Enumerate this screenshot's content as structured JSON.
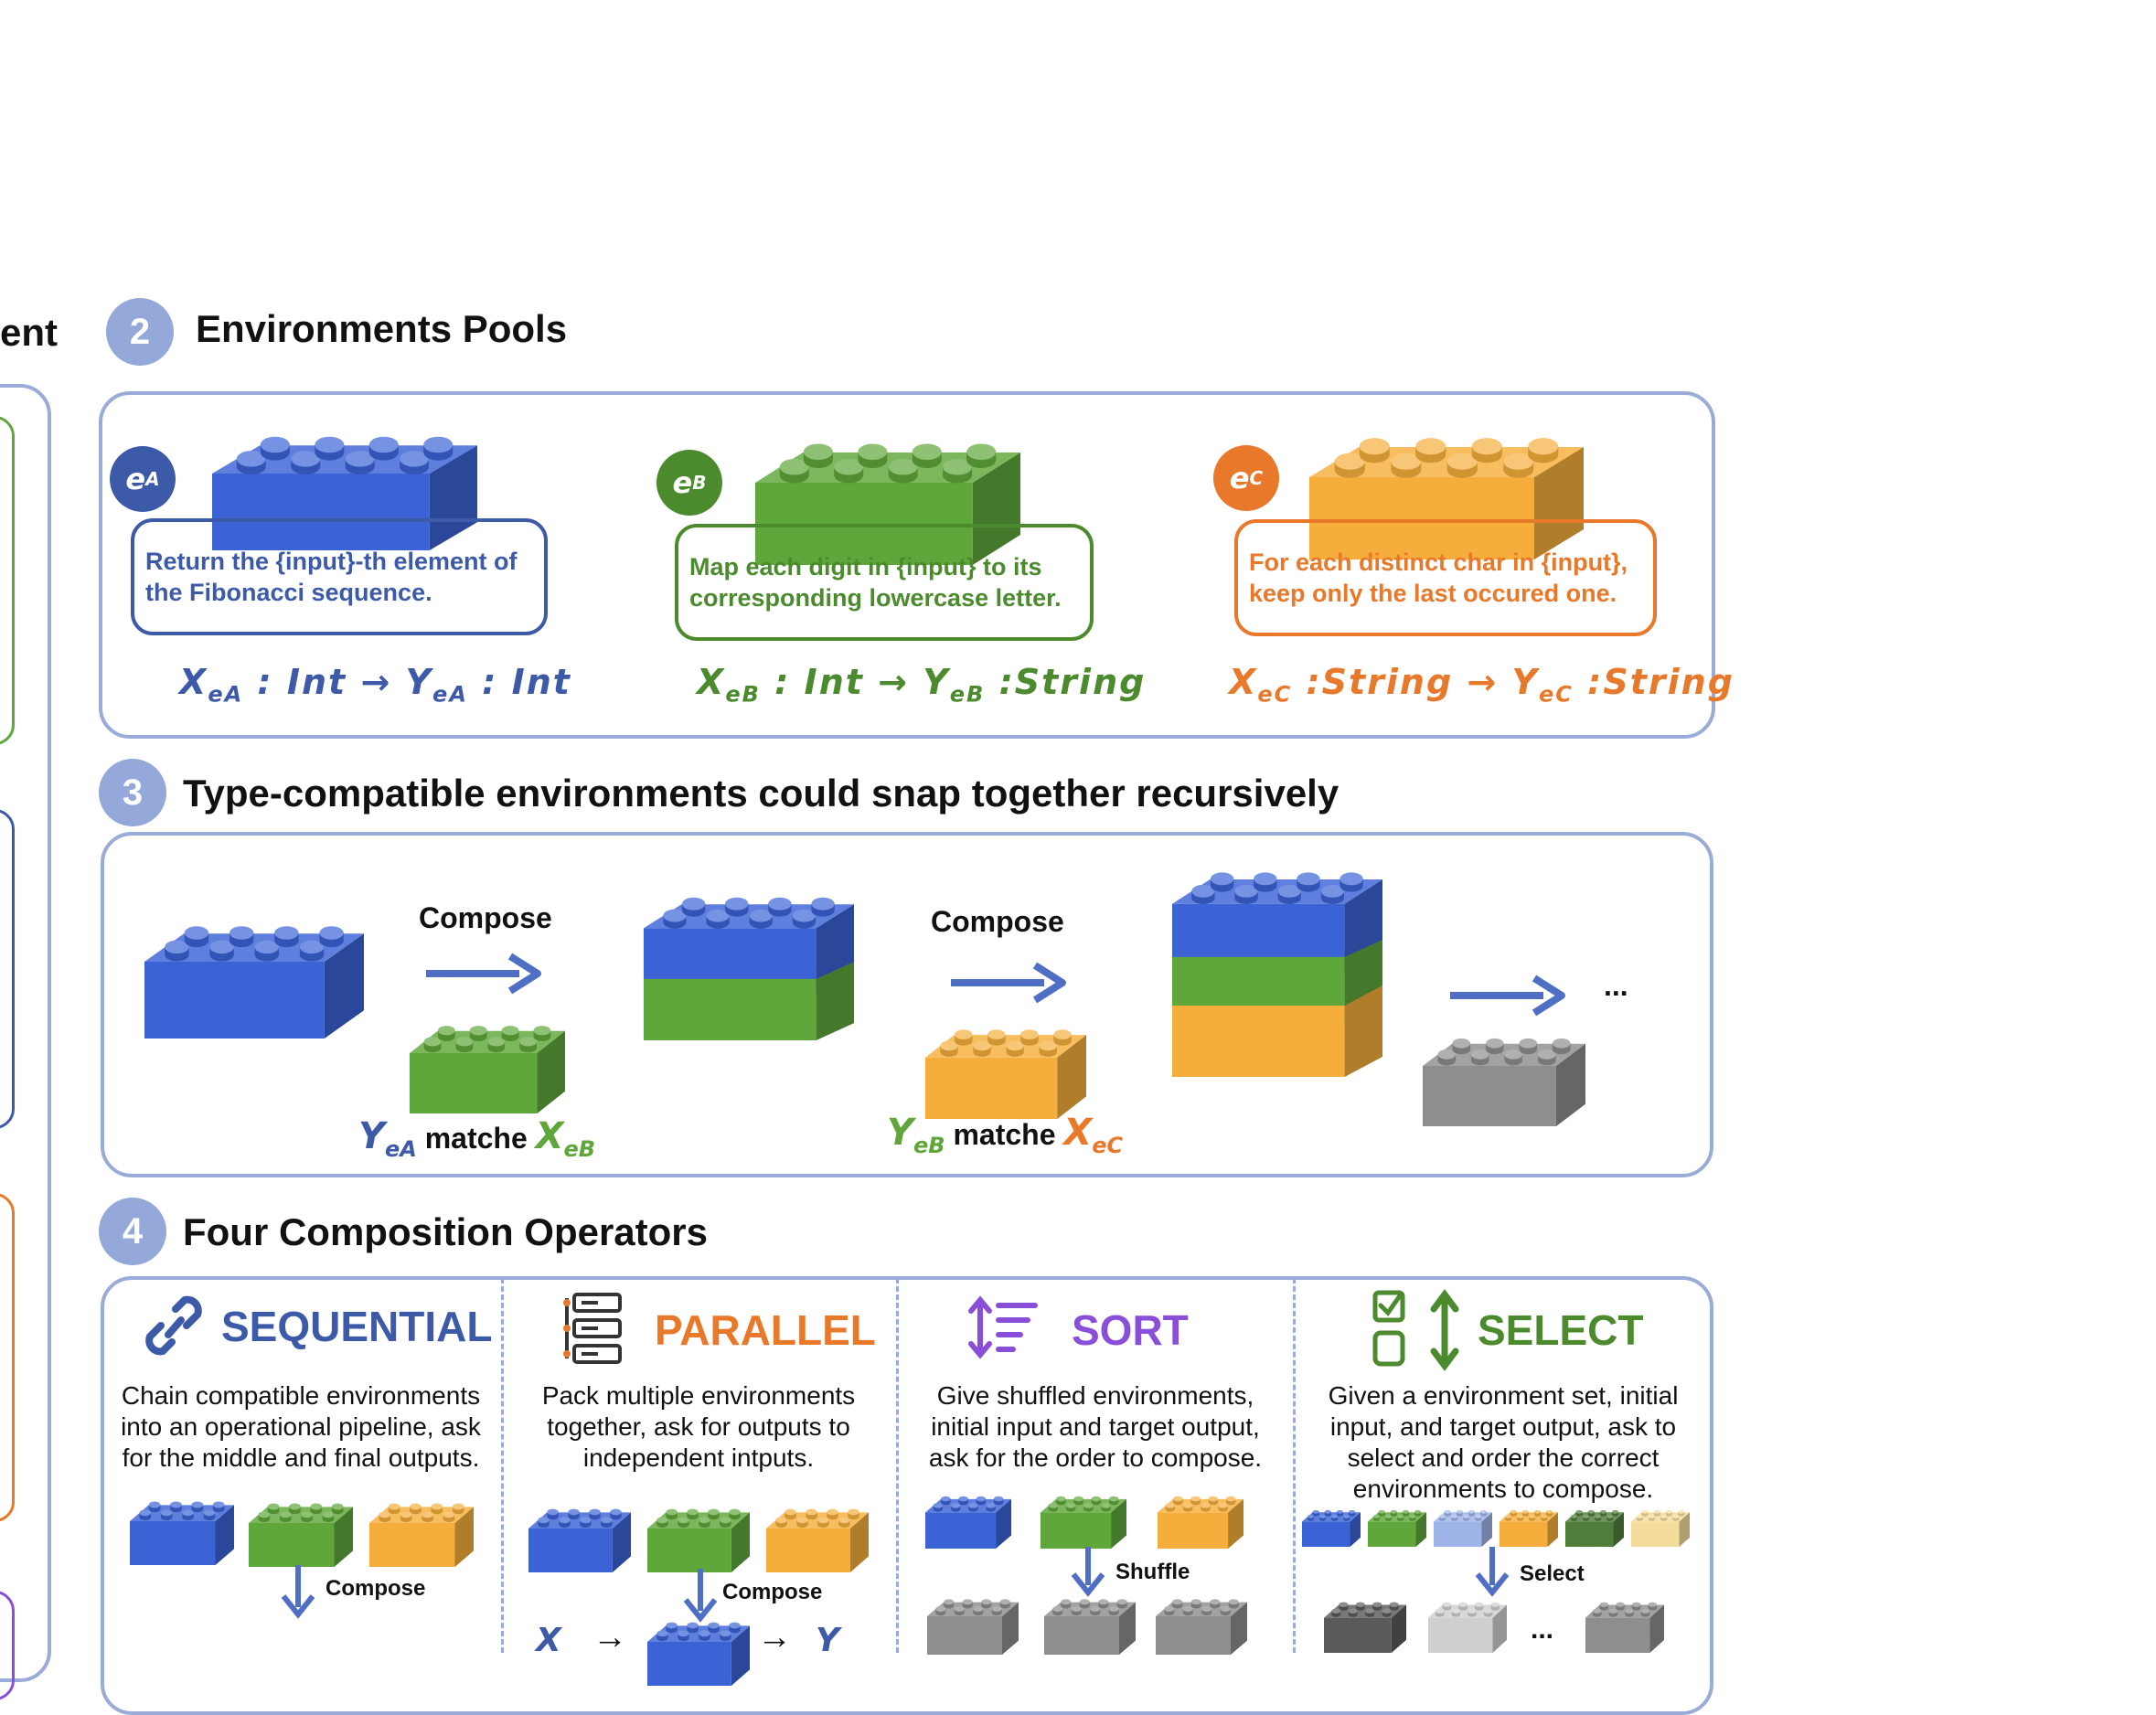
{
  "left_partial": {
    "heading_fragment": "ent"
  },
  "section2": {
    "number": "2",
    "title": "Environments Pools",
    "envs": [
      {
        "badge": "e",
        "badge_sub": "A",
        "color": "#3d5aa8",
        "brick_color": "#3b63d6",
        "description_1": "Return the {input}-th element of",
        "description_2": "the Fibonacci sequence.",
        "sig_x": "X",
        "sig_x_sub": "eA",
        "sig_in": ": Int",
        "arrow": "→",
        "sig_y": "Y",
        "sig_y_sub": "eA",
        "sig_out": ": Int"
      },
      {
        "badge": "e",
        "badge_sub": "B",
        "color": "#4c8a2e",
        "brick_color": "#5fa73a",
        "description_1": "Map each digit in {input} to its",
        "description_2": "corresponding lowercase letter.",
        "sig_x": "X",
        "sig_x_sub": "eB",
        "sig_in": ": Int",
        "arrow": "→",
        "sig_y": "Y",
        "sig_y_sub": "eB",
        "sig_out": ":String"
      },
      {
        "badge": "e",
        "badge_sub": "C",
        "color": "#e8782a",
        "brick_color": "#f5ae3c",
        "description_1": "For each distinct char in  {input},",
        "description_2": "keep only the last occured one.",
        "sig_x": "X",
        "sig_x_sub": "eC",
        "sig_in": ":String",
        "arrow": "→",
        "sig_y": "Y",
        "sig_y_sub": "eC",
        "sig_out": ":String"
      }
    ]
  },
  "section3": {
    "number": "3",
    "title": "Type-compatible environments could snap together recursively",
    "compose_1": "Compose",
    "compose_2": "Compose",
    "ellipsis": "...",
    "match_1": {
      "y": "Y",
      "y_sub": "eA",
      "word": " matche ",
      "x": "X",
      "x_sub": "eB"
    },
    "match_2": {
      "y": "Y",
      "y_sub": "eB",
      "word": " matche ",
      "x": "X",
      "x_sub": "eC"
    }
  },
  "section4": {
    "number": "4",
    "title": "Four Composition Operators",
    "operators": [
      {
        "name": "SEQUENTIAL",
        "color": "#3d5aa8",
        "icon": "link-icon",
        "desc_1": "Chain compatible environments",
        "desc_2": "into an operational pipeline, ask",
        "desc_3": "for the middle and final outputs.",
        "desc_4": "",
        "action": "Compose"
      },
      {
        "name": "PARALLEL",
        "color": "#e8782a",
        "icon": "server-stack-icon",
        "desc_1": "Pack multiple environments",
        "desc_2": "together, ask for outputs to",
        "desc_3": "independent intputs.",
        "desc_4": "",
        "action": "Compose"
      },
      {
        "name": "SORT",
        "color": "#8a4fd8",
        "icon": "sort-icon",
        "desc_1": "Give shuffled environments,",
        "desc_2": "initial input and target output,",
        "desc_3": "ask for the order to compose.",
        "desc_4": "",
        "action": "Shuffle"
      },
      {
        "name": "SELECT",
        "color": "#4c8a2e",
        "icon": "checkbox-select-icon",
        "desc_1": "Given a environment set, initial",
        "desc_2": "input, and target output, ask to",
        "desc_3": "select and order the correct",
        "desc_4": "environments to compose.",
        "action": "Select",
        "ellipsis": "..."
      }
    ],
    "parallel_bottom": {
      "x": "X",
      "arrow_1": "→",
      "arrow_2": "→",
      "y": "Y"
    }
  },
  "colors": {
    "blue": "#3b63d6",
    "green": "#5fa73a",
    "orange": "#f5ae3c",
    "gray": "#8e8e8e",
    "panel_border": "#9aabd8",
    "section_badge": "#95a8da"
  }
}
